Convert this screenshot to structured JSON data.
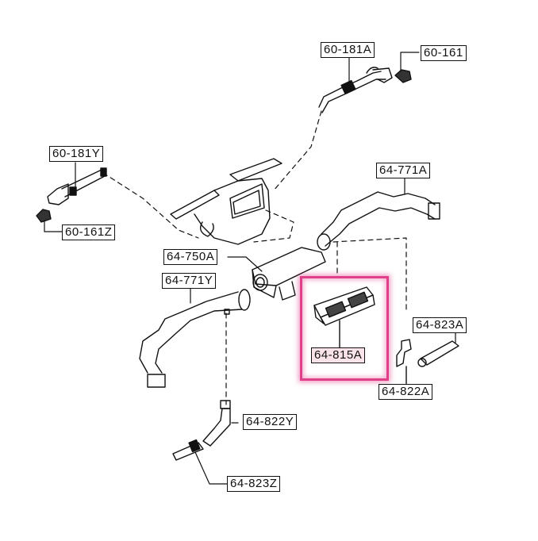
{
  "diagram": {
    "type": "exploded-parts-diagram",
    "subject": "heater / ventilation air duct assembly",
    "highlight_color": "#e0408a",
    "parts": [
      {
        "id": "p_60_181A",
        "label": "60-181A"
      },
      {
        "id": "p_60_161",
        "label": "60-161"
      },
      {
        "id": "p_60_181Y",
        "label": "60-181Y"
      },
      {
        "id": "p_60_161Z",
        "label": "60-161Z"
      },
      {
        "id": "p_64_771A",
        "label": "64-771A"
      },
      {
        "id": "p_64_750A",
        "label": "64-750A"
      },
      {
        "id": "p_64_771Y",
        "label": "64-771Y"
      },
      {
        "id": "p_64_815A",
        "label": "64-815A",
        "highlighted": true
      },
      {
        "id": "p_64_823A",
        "label": "64-823A"
      },
      {
        "id": "p_64_822A",
        "label": "64-822A"
      },
      {
        "id": "p_64_822Y",
        "label": "64-822Y"
      },
      {
        "id": "p_64_823Z",
        "label": "64-823Z"
      }
    ]
  }
}
